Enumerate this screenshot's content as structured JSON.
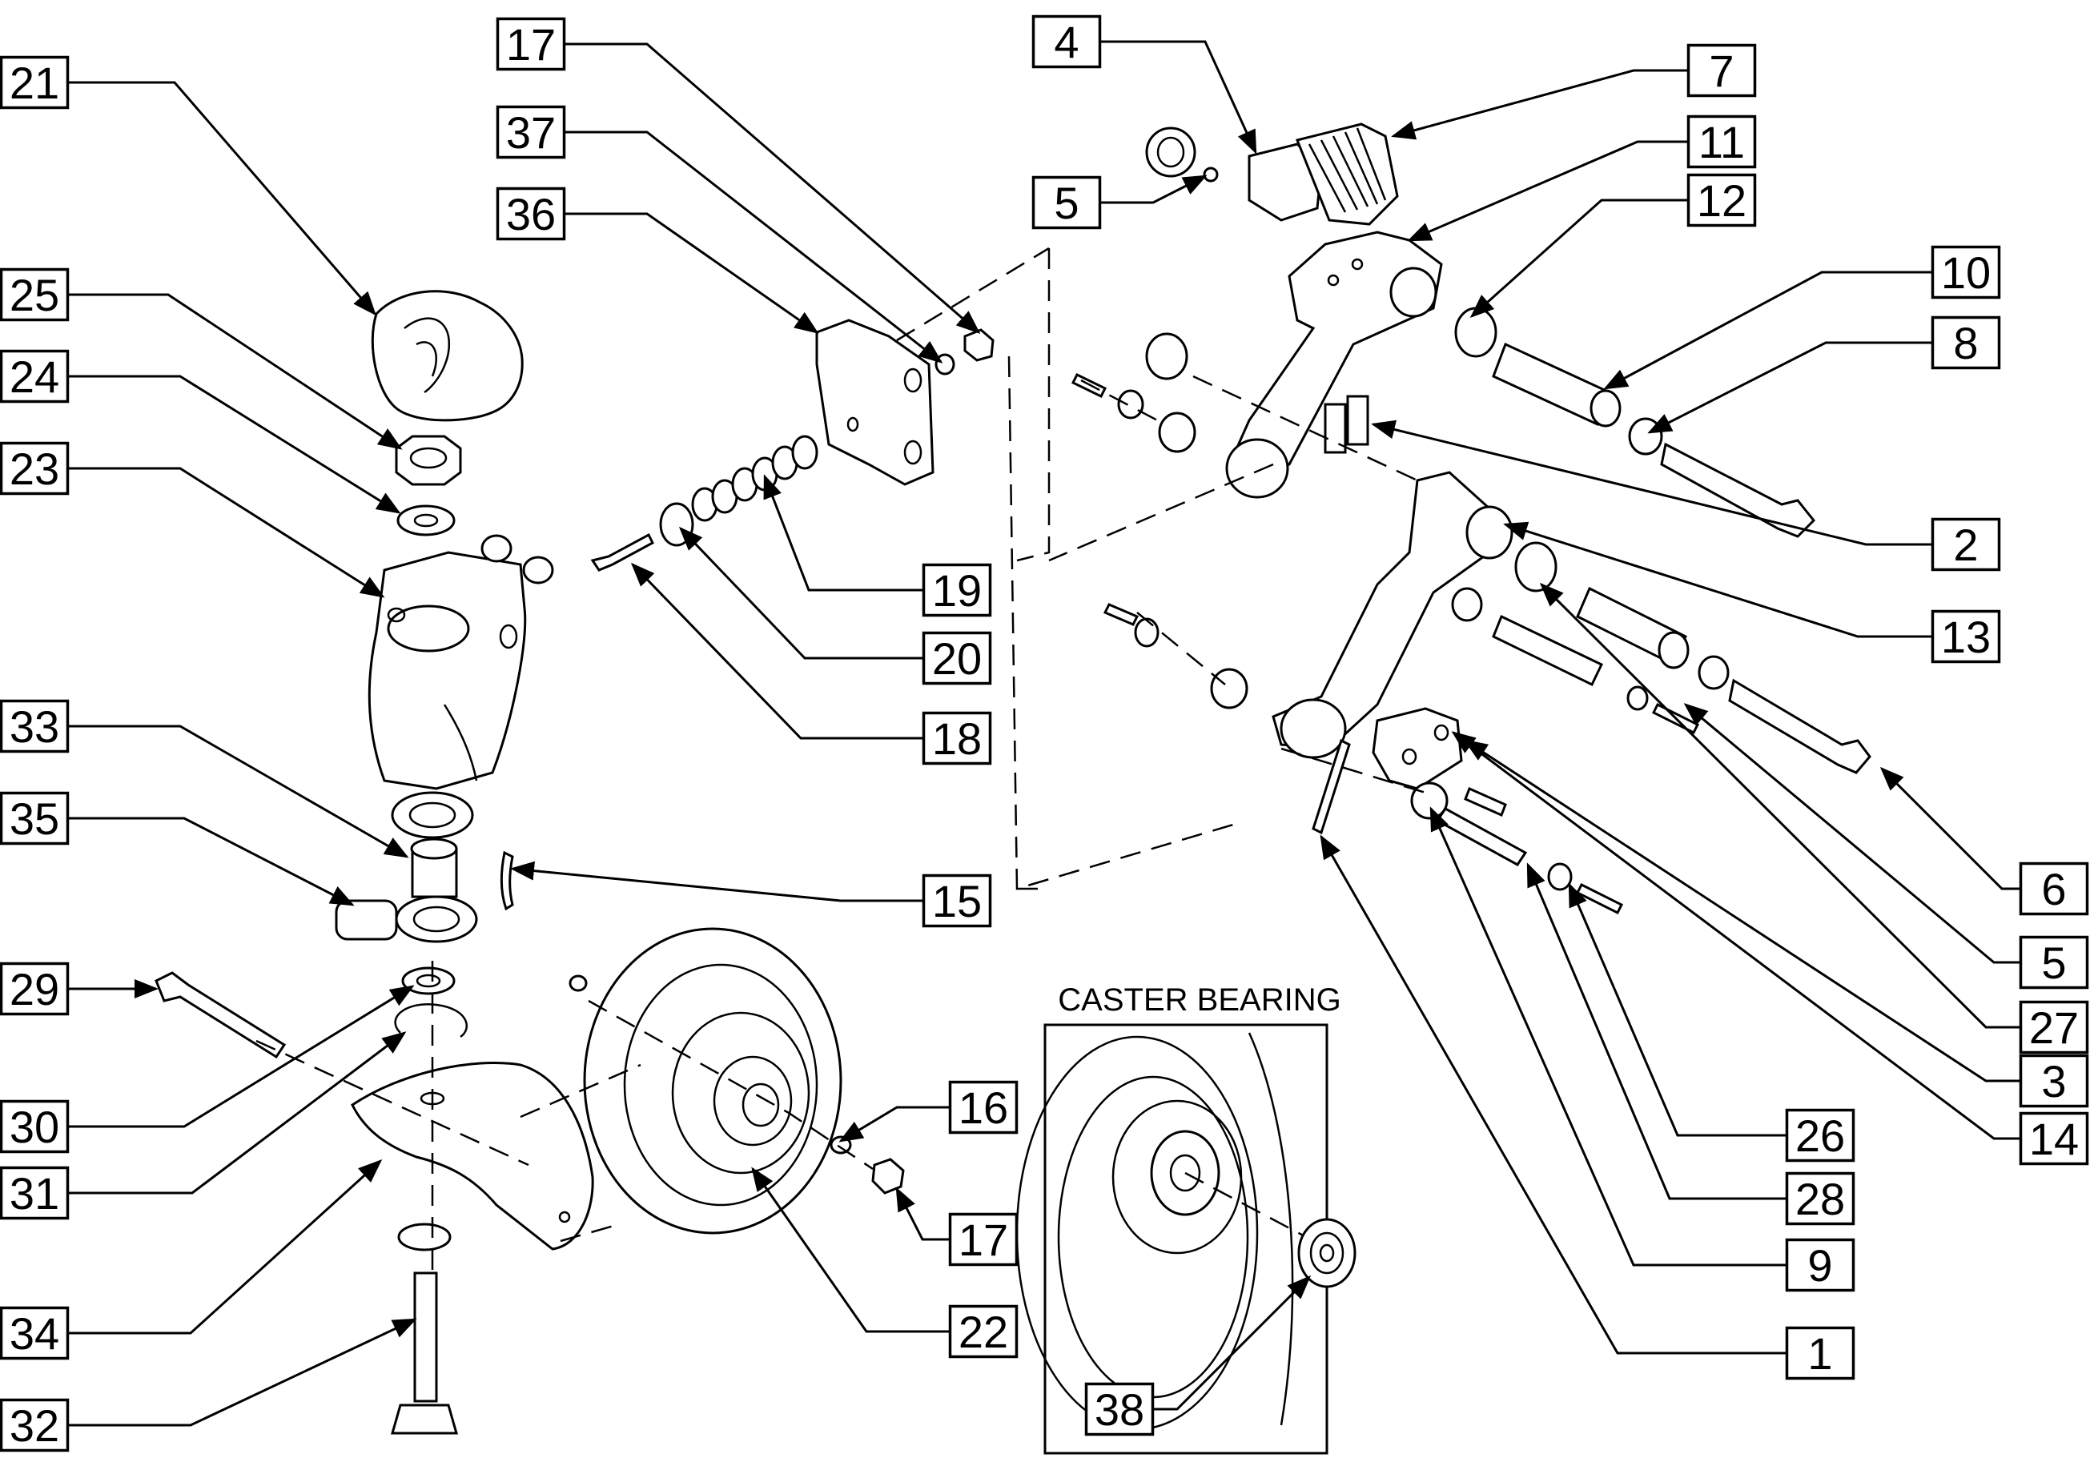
{
  "inset": {
    "title": "CASTER BEARING"
  },
  "callouts": [
    "21",
    "25",
    "24",
    "23",
    "33",
    "35",
    "29",
    "30",
    "31",
    "34",
    "32",
    "17",
    "37",
    "36",
    "19",
    "20",
    "18",
    "15",
    "16",
    "17",
    "22",
    "4",
    "7",
    "5",
    "11",
    "12",
    "10",
    "8",
    "2",
    "13",
    "6",
    "5",
    "27",
    "3",
    "14",
    "26",
    "28",
    "9",
    "1",
    "38"
  ]
}
